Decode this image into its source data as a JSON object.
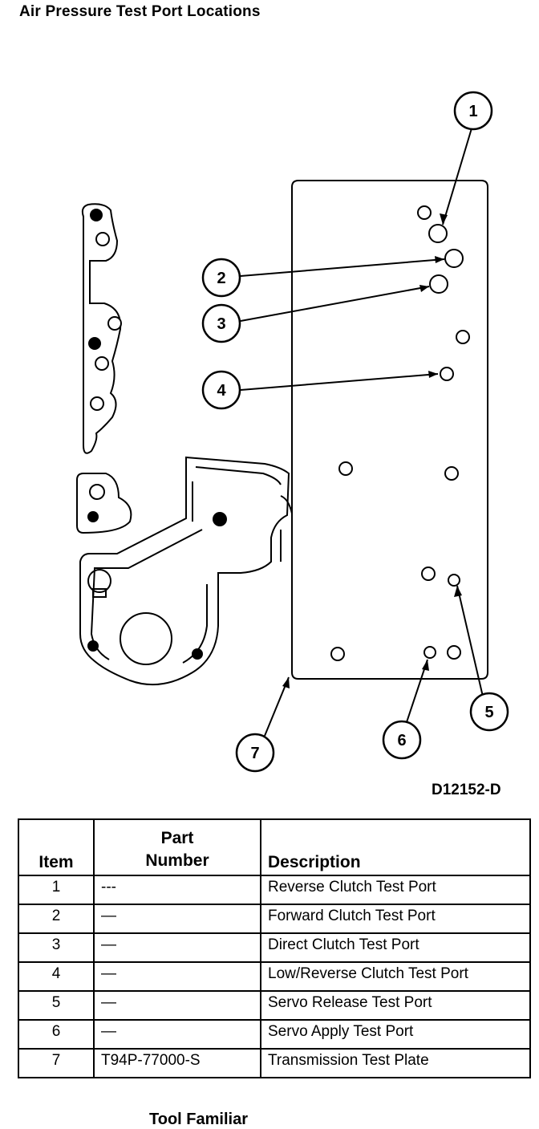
{
  "title": "Air Pressure Test Port Locations",
  "diagram_code": "D12152-D",
  "callouts": [
    "1",
    "2",
    "3",
    "4",
    "5",
    "6",
    "7"
  ],
  "table": {
    "headers": {
      "item": "Item",
      "part_number_line1": "Part",
      "part_number_line2": "Number",
      "description": "Description"
    },
    "rows": [
      {
        "item": "1",
        "part_number": "---",
        "description": "Reverse Clutch Test Port"
      },
      {
        "item": "2",
        "part_number": "—",
        "description": "Forward Clutch Test Port"
      },
      {
        "item": "3",
        "part_number": "—",
        "description": "Direct Clutch Test Port"
      },
      {
        "item": "4",
        "part_number": "—",
        "description": "Low/Reverse Clutch Test Port"
      },
      {
        "item": "5",
        "part_number": "—",
        "description": "Servo Release Test Port"
      },
      {
        "item": "6",
        "part_number": "—",
        "description": "Servo Apply Test Port"
      },
      {
        "item": "7",
        "part_number": "T94P-77000-S",
        "description": "Transmission Test Plate"
      }
    ]
  },
  "partial_footer_text": "Tool Familiar"
}
